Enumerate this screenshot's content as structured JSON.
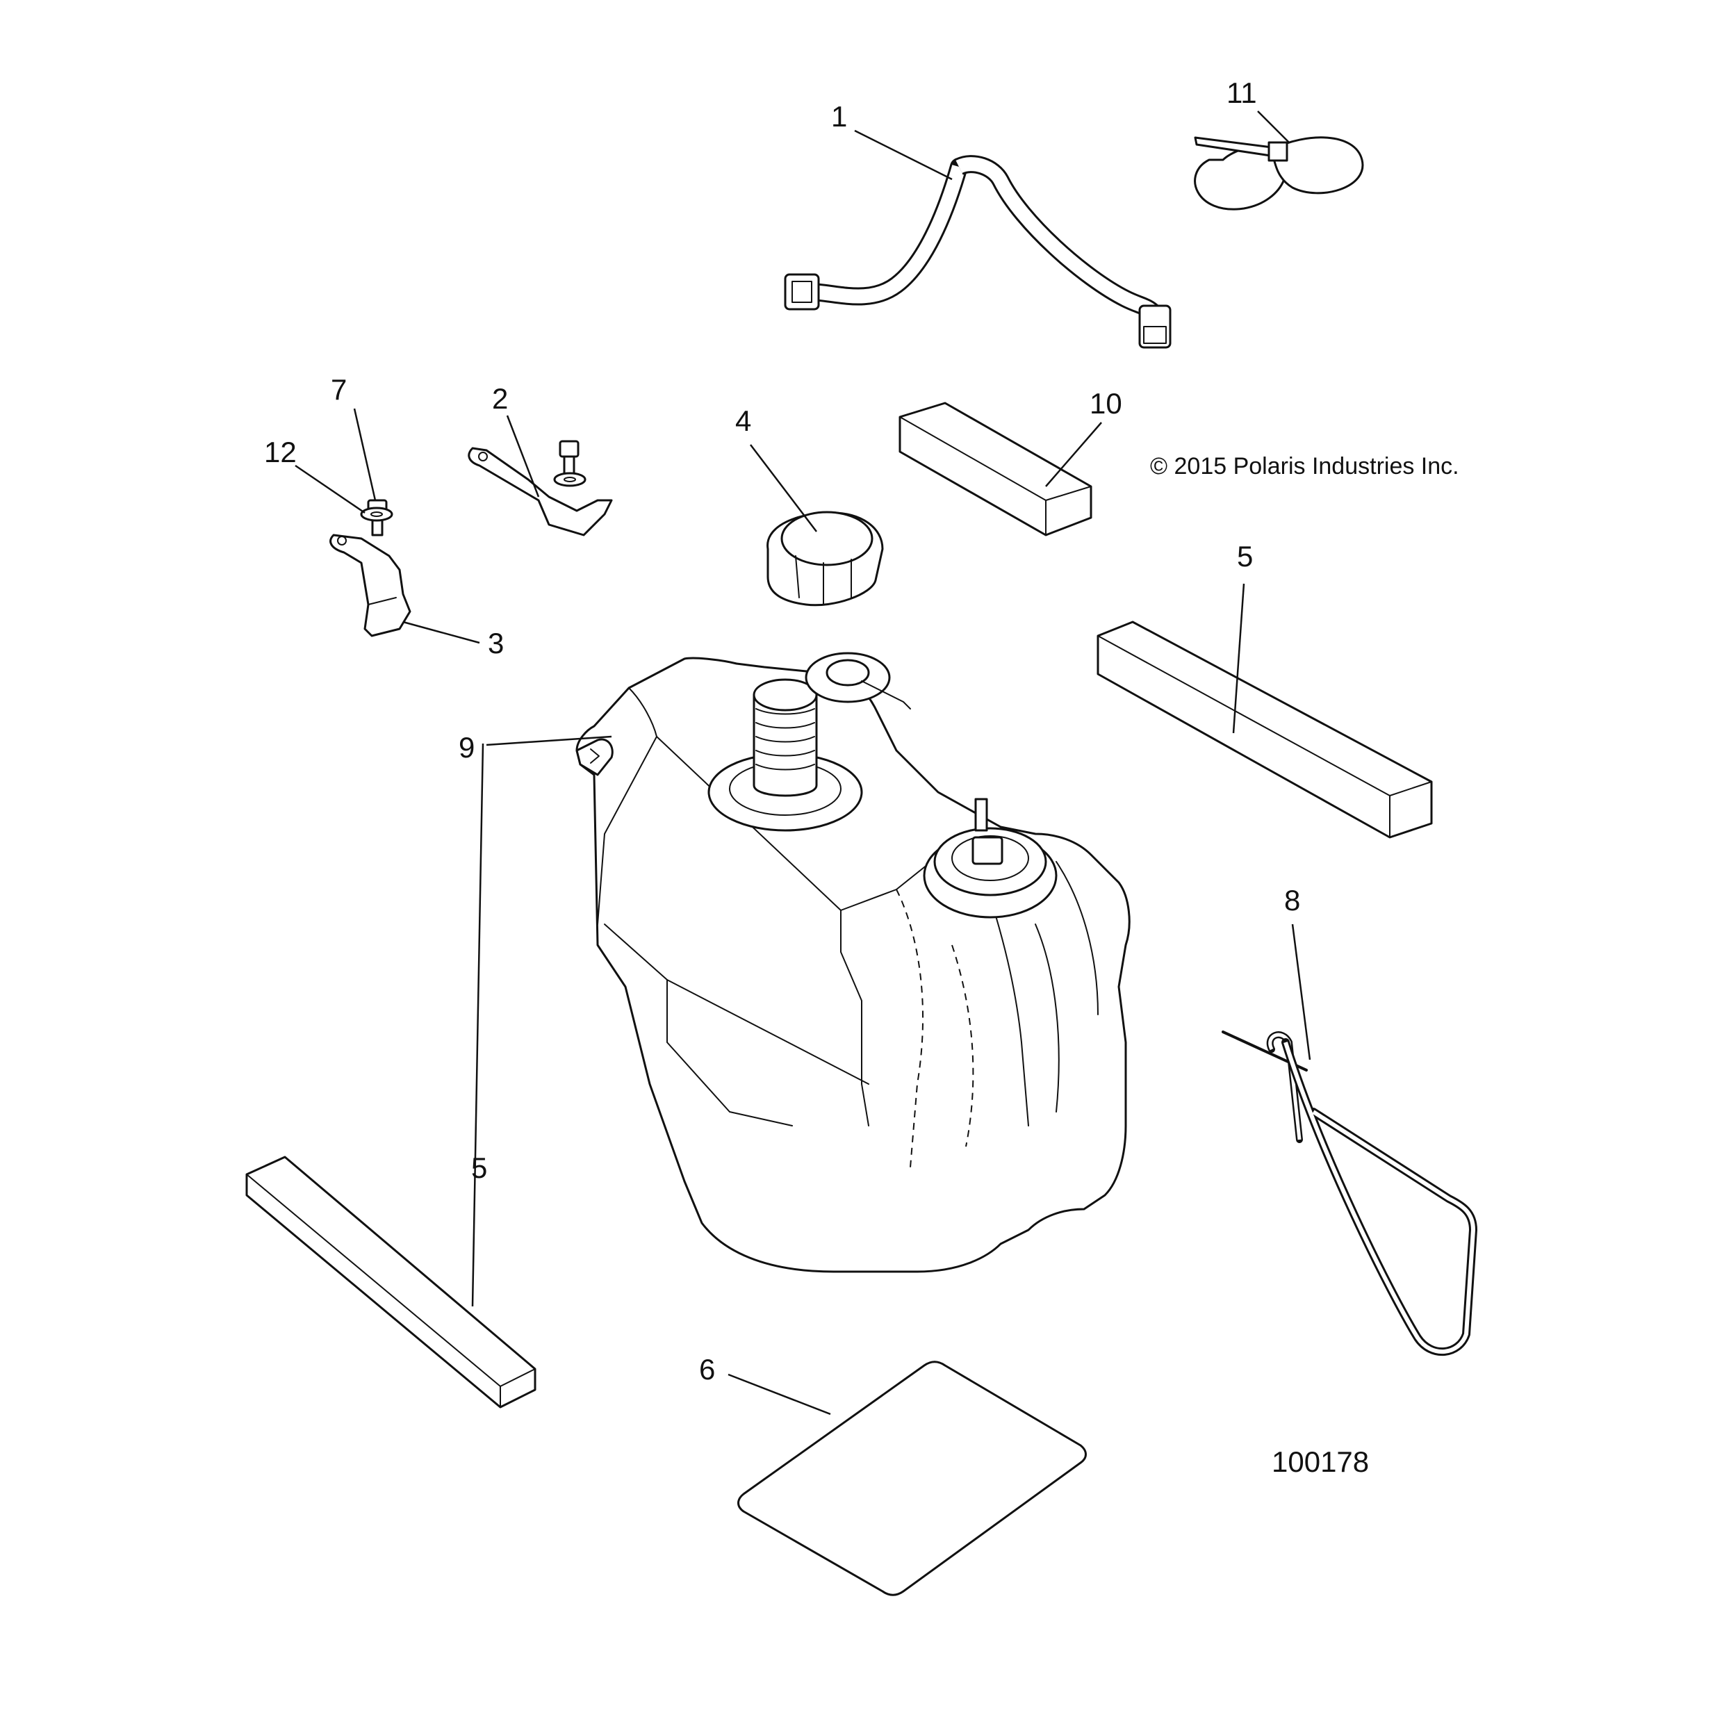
{
  "copyright": "© 2015 Polaris Industries Inc.",
  "figure_number": "100178",
  "callouts": {
    "c1": "1",
    "c2": "2",
    "c3": "3",
    "c4": "4",
    "c5a": "5",
    "c5b": "5",
    "c6": "6",
    "c7": "7",
    "c8": "8",
    "c9": "9",
    "c10": "10",
    "c11": "11",
    "c12": "12"
  }
}
